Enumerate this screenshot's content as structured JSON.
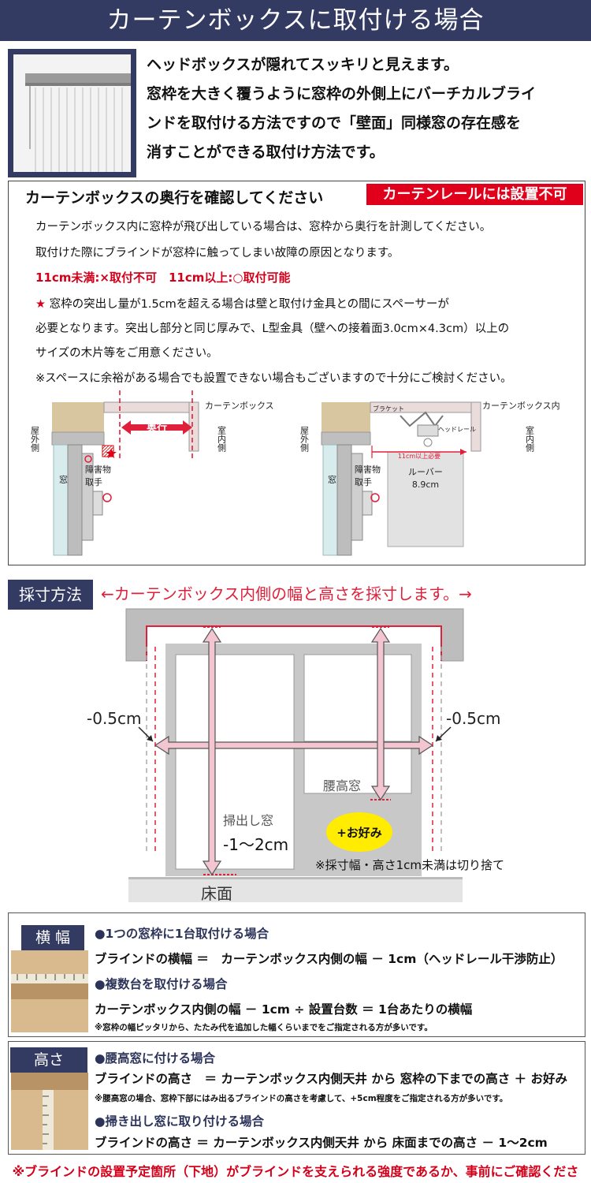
{
  "header": {
    "title": "カーテンボックスに取付ける場合"
  },
  "intro": {
    "lines": [
      "ヘッドボックスが隠れてスッキリと見えます。",
      "窓枠を大きく覆うように窓枠の外側上にバーチカルブライ",
      "ンドを取付ける方法ですので「壁面」同様窓の存在感を",
      "消すことができる取付け方法です。"
    ]
  },
  "check": {
    "title": "カーテンボックスの奥行を確認してください",
    "badge": "カーテンレールには設置不可",
    "line1": "カーテンボックス内に窓枠が飛び出している場合は、窓枠から奥行を計測してください。",
    "line2": "取付けた際にブラインドが窓枠に触ってしまい故障の原因となります。",
    "rule": "11cm未満:×取付不可　11cm以上:○取付可能",
    "star": "★",
    "note1": " 窓枠の突出し量が1.5cmを超える場合は壁と取付け金具との間にスペーサーが",
    "note2": "必要となります。突出し部分と同じ厚みで、L型金具（壁への接着面3.0cm×4.3cm）以上の",
    "note3": "サイズの木片等をご用意ください。",
    "note4": "※スペースに余裕がある場合でも設置できない場合もございますので十分にご検討ください。"
  },
  "diagram_left": {
    "outside": "屋外側",
    "inside": "室内側",
    "box_label": "カーテンボックス",
    "depth": "奥行",
    "window": "窓",
    "obstacle": [
      "障害物",
      "取手"
    ]
  },
  "diagram_right": {
    "outside": "屋外側",
    "inside": "室内側",
    "box_label": "カーテンボックス内",
    "bracket": "ブラケット",
    "headrail": "ヘッドレール",
    "min": "11cm以上必要",
    "louver": "ルーバー",
    "louver_size": "8.9cm",
    "window": "窓",
    "obstacle": [
      "障害物",
      "取手"
    ]
  },
  "measure": {
    "tag": "採寸方法",
    "caption": "←カーテンボックス内側の幅と高さを採寸します。→",
    "offset_left": "-0.5cm",
    "offset_right": "-0.5cm",
    "waist_window": "腰高窓",
    "sweep_window": "掃出し窓",
    "sweep_minus": "-1～2cm",
    "preference": "+お好み",
    "round_note": "※採寸幅・高さ1cm未満は切り捨て",
    "floor": "床面"
  },
  "width_spec": {
    "tag": "横 幅",
    "h1": "●1つの窓枠に1台取付ける場合",
    "b1": "ブラインドの横幅 ＝　カーテンボックス内側の幅 － 1cm（ヘッドレール干渉防止）",
    "h2": "●複数台を取付ける場合",
    "b2": "カーテンボックス内側の幅 － 1cm ÷ 設置台数 ＝ 1台あたりの横幅",
    "n": "※窓枠の幅ピッタリから、たたみ代を追加した幅くらいまでをご指定される方が多いです。"
  },
  "height_spec": {
    "tag": "高さ",
    "h1": "●腰高窓に付ける場合",
    "b1": "ブラインドの高さ　＝ カーテンボックス内側天井 から 窓枠の下までの高さ ＋ お好み",
    "n": "※腰高窓の場合、窓枠下部にはみ出るブラインドの高さを考慮して、+5cm程度をご指定される方が多いです。",
    "h2": "●掃き出し窓に取り付ける場合",
    "b2": "ブラインドの高さ ＝ カーテンボックス内側天井 から 床面までの高さ － 1～2cm"
  },
  "footer": {
    "note": "※ブラインドの設置予定箇所（下地）がブラインドを支えられる強度であるか、事前にご確認ください。"
  }
}
